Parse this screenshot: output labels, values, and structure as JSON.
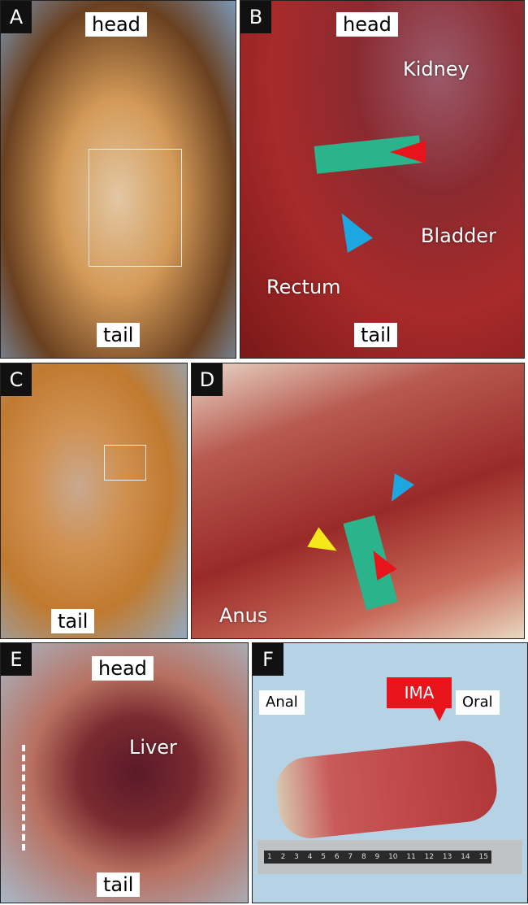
{
  "panels": [
    {
      "letter": "A",
      "labels": {
        "top": "head",
        "bottom": "tail"
      }
    },
    {
      "letter": "B",
      "labels": {
        "top": "head",
        "bottom": "tail",
        "kidney": "Kidney",
        "bladder": "Bladder",
        "rectum": "Rectum"
      }
    },
    {
      "letter": "C",
      "labels": {
        "bottom": "tail"
      }
    },
    {
      "letter": "D",
      "labels": {
        "anus": "Anus"
      }
    },
    {
      "letter": "E",
      "labels": {
        "top": "head",
        "bottom": "tail",
        "liver": "Liver"
      }
    },
    {
      "letter": "F",
      "labels": {
        "anal": "Anal",
        "oral": "Oral",
        "ima": "IMA"
      },
      "ruler": [
        "1",
        "2",
        "3",
        "4",
        "5",
        "6",
        "7",
        "8",
        "9",
        "10",
        "11",
        "12",
        "13",
        "14",
        "15"
      ]
    }
  ],
  "colors": {
    "red_arrow": "#e8141c",
    "blue_arrow": "#1ea6e0",
    "yellow_arrow": "#f4e81a",
    "green_tape": "#2bb38c"
  }
}
